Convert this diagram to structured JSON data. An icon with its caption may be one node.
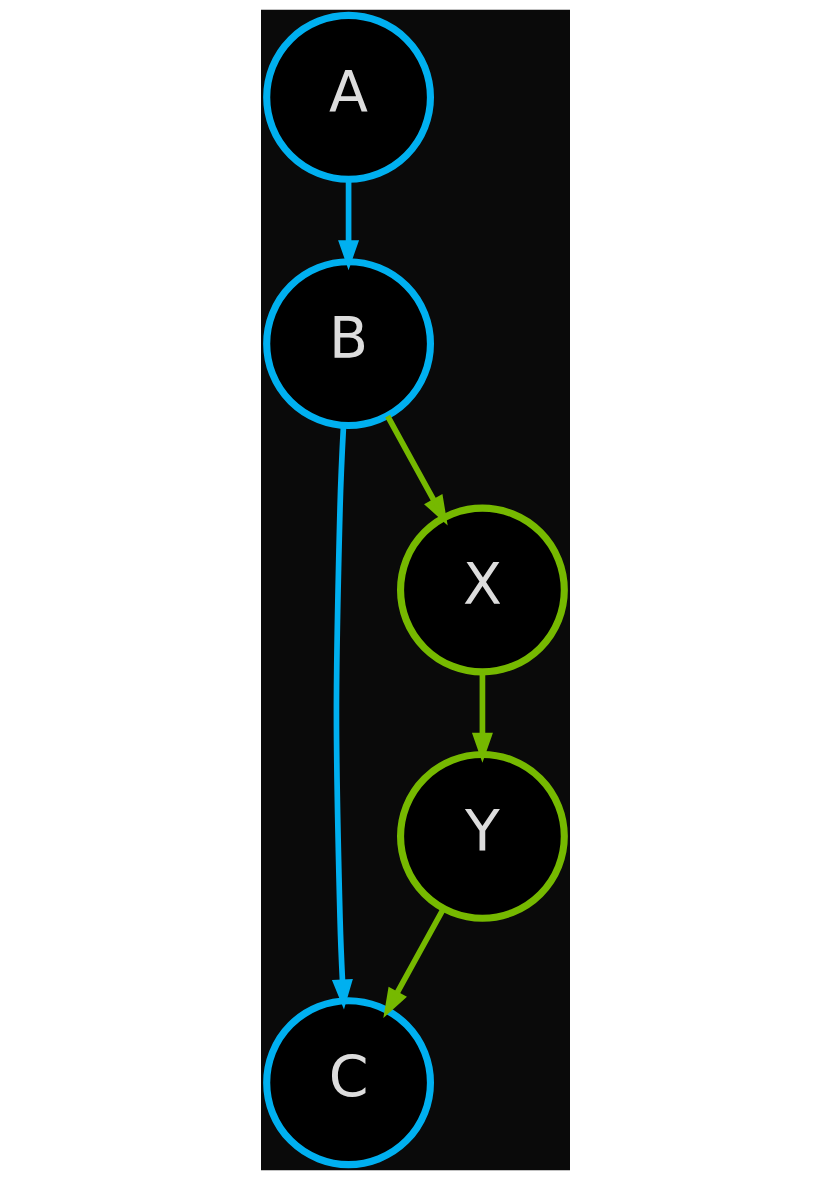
{
  "diagram": {
    "nodes": [
      {
        "text": [
          "A"
        ]
      },
      {
        "text": [
          "B"
        ]
      },
      {
        "text": [
          "C"
        ]
      },
      {
        "text": [
          "X"
        ]
      },
      {
        "text": [
          "Y"
        ]
      }
    ],
    "edges": [
      {
        "from": 0,
        "to": 1,
        "arrow": "to",
        "color": "#00b0f0"
      },
      {
        "from": 1,
        "to": 3,
        "arrow": "to"
      },
      {
        "from": 3,
        "to": 4,
        "arrow": "to"
      },
      {
        "from": 4,
        "to": 2,
        "arrow": "to"
      },
      {
        "from": 1,
        "to": 2,
        "arrow": "to",
        "color": "#00b0f0"
      }
    ]
  }
}
